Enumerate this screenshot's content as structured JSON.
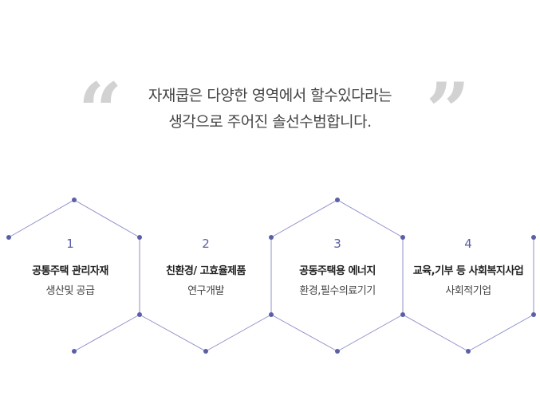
{
  "quote": {
    "open_mark": "“",
    "close_mark": "”",
    "line1": "자재쿱은 다양한 영역에서 할수있다라는",
    "line2": "생각으로 주어진 솔선수범합니다."
  },
  "colors": {
    "line": "#8f92c9",
    "dot": "#5a5fa8",
    "quote": "#d2d2d2"
  },
  "items": [
    {
      "num": "1",
      "title": "공통주택 관리자재",
      "sub": "생산및 공급"
    },
    {
      "num": "2",
      "title": "친환경/ 고효율제품",
      "sub": "연구개발"
    },
    {
      "num": "3",
      "title": "공동주택용 에너지",
      "sub": "환경,필수의료기기"
    },
    {
      "num": "4",
      "title": "교육,기부 등 사회복지사업",
      "sub": "사회적기업"
    }
  ]
}
